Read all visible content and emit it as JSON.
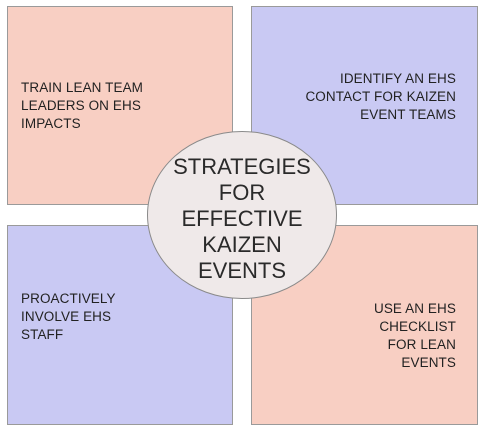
{
  "colors": {
    "pink": "#f8cfc3",
    "lavender": "#c9c9f3",
    "circle": "#efe9e9",
    "border": "#9a9a9a",
    "text": "#222222"
  },
  "center": {
    "lines": [
      "STRATEGIES",
      "FOR",
      "EFFECTIVE",
      "KAIZEN",
      "EVENTS"
    ]
  },
  "quadrants": {
    "top_left": {
      "lines": [
        "TRAIN LEAN TEAM",
        "LEADERS ON EHS",
        "IMPACTS"
      ]
    },
    "top_right": {
      "lines": [
        "IDENTIFY AN EHS",
        "CONTACT FOR KAIZEN",
        "EVENT TEAMS"
      ]
    },
    "bottom_left": {
      "lines": [
        "PROACTIVELY",
        "INVOLVE EHS",
        "STAFF"
      ]
    },
    "bottom_right": {
      "lines": [
        "USE AN EHS",
        "CHECKLIST",
        "FOR LEAN",
        "EVENTS"
      ]
    }
  }
}
